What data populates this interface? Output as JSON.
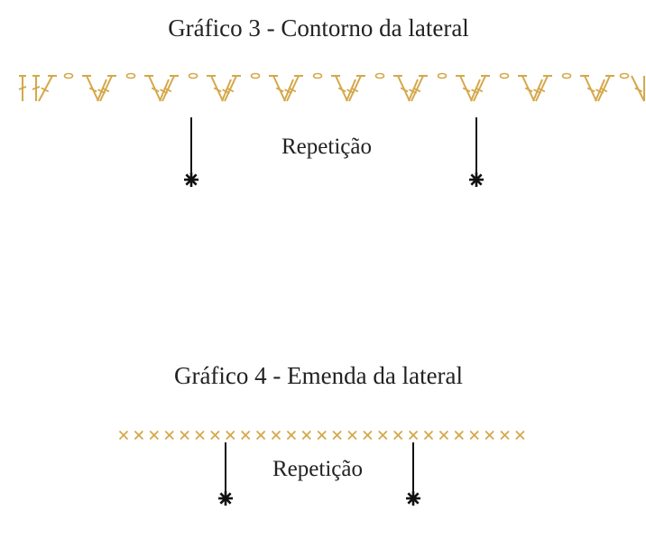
{
  "chart3": {
    "title": "Gráfico 3 - Contorno da lateral",
    "repeat_label": "Repetição",
    "stitch_color": "#d4a84a",
    "motifs": 9,
    "chain_between_motifs": 1
  },
  "chart4": {
    "title": "Gráfico 4 - Emenda da lateral",
    "repeat_label": "Repetição",
    "stitch_color": "#d4a84a",
    "single_crochet_count": 27
  },
  "marker": {
    "color": "#111111",
    "icon": "asterisk-marker"
  }
}
